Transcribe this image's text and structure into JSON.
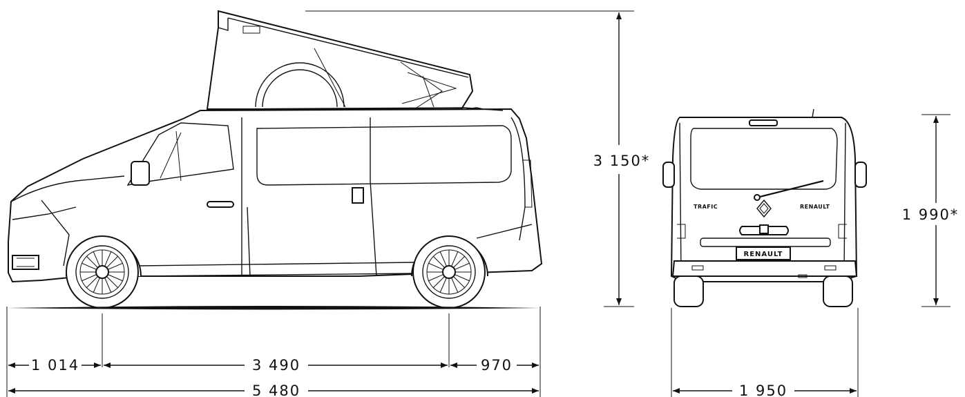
{
  "dimensions": {
    "front_overhang": "1 014",
    "wheelbase": "3 490",
    "rear_overhang": "970",
    "total_length": "5 480",
    "height_roof_up": "3 150*",
    "height": "1 990*",
    "width": "1 950"
  },
  "badges": {
    "left": "TRAFIC",
    "right": "RENAULT",
    "plate": "RENAULT"
  },
  "colors": {
    "ink": "#111111",
    "background": "#ffffff"
  }
}
